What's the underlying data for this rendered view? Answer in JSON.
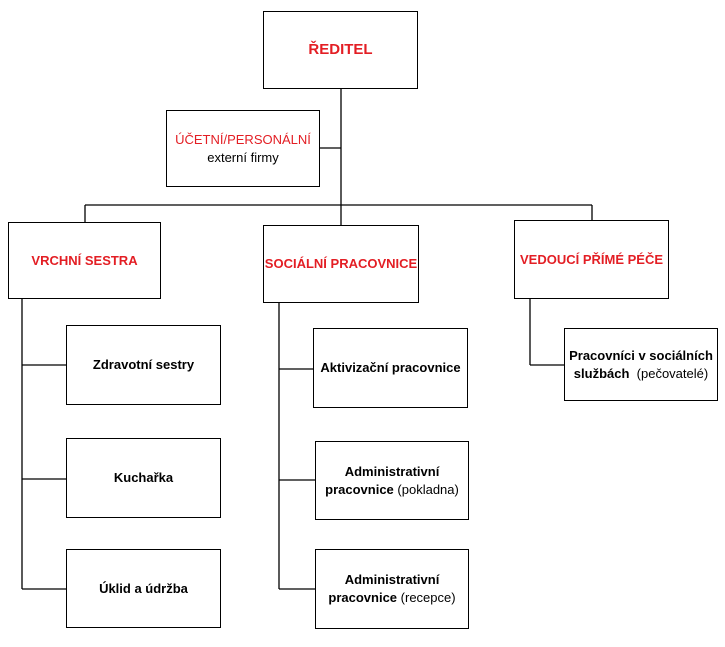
{
  "nodes": {
    "director": {
      "title": "ŘEDITEL"
    },
    "accounting": {
      "title": "ÚČETNÍ/PERSONÁLNÍ",
      "subtitle": "externí firmy"
    },
    "head_nurse": {
      "title": "VRCHNÍ SESTRA"
    },
    "social_worker": {
      "title": "SOCIÁLNÍ PRACOVNICE"
    },
    "care_manager": {
      "title": "VEDOUCÍ PŘÍMÉ PÉČE"
    },
    "nurses": {
      "title": "Zdravotní sestry"
    },
    "cook": {
      "title": "Kuchařka"
    },
    "cleaning": {
      "title": "Úklid a údržba"
    },
    "activation": {
      "title": "Aktivizační pracovnice"
    },
    "admin_cash": {
      "title_line1": "Administrativní",
      "title_line2": "pracovnice",
      "note": "(pokladna)"
    },
    "admin_reception": {
      "title_line1": "Administrativní",
      "title_line2": "pracovnice",
      "note": "(recepce)"
    },
    "social_services": {
      "title_line1": "Pracovníci v sociálních",
      "title_line2": "službách",
      "note": "(pečovatelé)"
    }
  },
  "colors": {
    "heading": "#e31e24",
    "text": "#000000",
    "line": "#000000"
  }
}
